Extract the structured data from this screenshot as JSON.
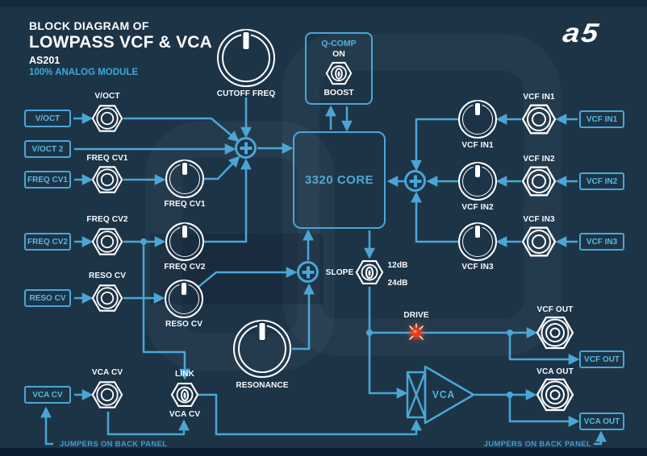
{
  "header": {
    "kicker": "BLOCK DIAGRAM OF",
    "title": "LOWPASS VCF & VCA",
    "model": "AS201",
    "subtitle": "100% ANALOG MODULE"
  },
  "logo_text": "a5",
  "colors": {
    "background": "#1d3447",
    "accent": "#4ba6d6",
    "label_white": "#f8f9fa",
    "cyan_text": "#54b2df",
    "led_red": "#e93a1b"
  },
  "left_inputs": [
    {
      "box": "V/OCT",
      "jack_label": "V/OCT"
    },
    {
      "box": "V/OCT 2"
    },
    {
      "box": "FREQ CV1",
      "jack_label": "FREQ CV1",
      "knob_label": "FREQ CV1"
    },
    {
      "box": "FREQ CV2",
      "jack_label": "FREQ CV2",
      "knob_label": "FREQ CV2"
    },
    {
      "box": "RESO CV",
      "jack_label": "RESO CV",
      "knob_label": "RESO CV"
    },
    {
      "box": "VCA CV",
      "jack_label": "VCA CV"
    }
  ],
  "qcomp": {
    "title": "Q-COMP",
    "position_on": "ON",
    "position_boost": "BOOST"
  },
  "core_label": "3320 CORE",
  "cutoff_label": "CUTOFF FREQ",
  "resonance_label": "RESONANCE",
  "slope": {
    "label": "SLOPE",
    "option_top": "12dB",
    "option_bottom": "24dB"
  },
  "drive_label": "DRIVE",
  "vca_label": "VCA",
  "link": {
    "label_top": "LINK",
    "label_bottom": "VCA CV"
  },
  "vcf_inputs": [
    {
      "box": "VCF IN1",
      "jack_label": "VCF IN1",
      "knob_label": "VCF IN1"
    },
    {
      "box": "VCF IN2",
      "jack_label": "VCF IN2",
      "knob_label": "VCF IN2"
    },
    {
      "box": "VCF IN3",
      "jack_label": "VCF IN3",
      "knob_label": "VCF IN3"
    }
  ],
  "outputs": [
    {
      "jack_label": "VCF OUT",
      "box": "VCF OUT"
    },
    {
      "jack_label": "VCA OUT",
      "box": "VCA OUT"
    }
  ],
  "notes": {
    "left": "JUMPERS ON BACK PANEL",
    "right": "JUMPERS ON BACK PANEL"
  }
}
